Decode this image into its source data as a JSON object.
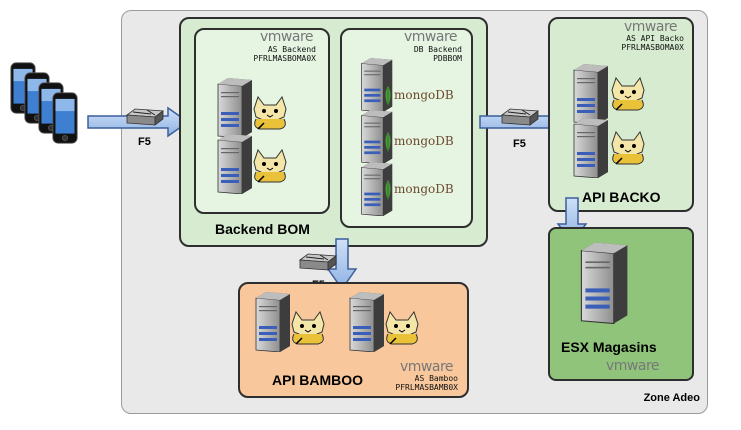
{
  "zone": {
    "label": "Zone Adeo"
  },
  "vmware_logo": {
    "text": "vmware"
  },
  "backend": {
    "title": "Backend BOM",
    "as_sub1": "AS Backend",
    "as_sub2": "PFRLMASBOMA0X",
    "db_sub1": "DB Backend",
    "db_sub2": "PDBBOM"
  },
  "api_backo": {
    "title": "API BACKO",
    "sub1": "AS API Backo",
    "sub2": "PFRLMASBOMA0X"
  },
  "api_bamboo": {
    "title": "API BAMBOO",
    "sub1": "AS Bamboo",
    "sub2": "PFRLMASBAMB0X"
  },
  "esx": {
    "title": "ESX Magasins"
  },
  "f5": {
    "label": "F5"
  },
  "mongodb": {
    "mongo": "mongo",
    "db": "DB"
  },
  "colors": {
    "backend_bg": "#d6ebd0",
    "bamboo_bg": "#f9c79c",
    "esx_bg": "#8fc47a",
    "arrow": "#a9c8f0"
  }
}
